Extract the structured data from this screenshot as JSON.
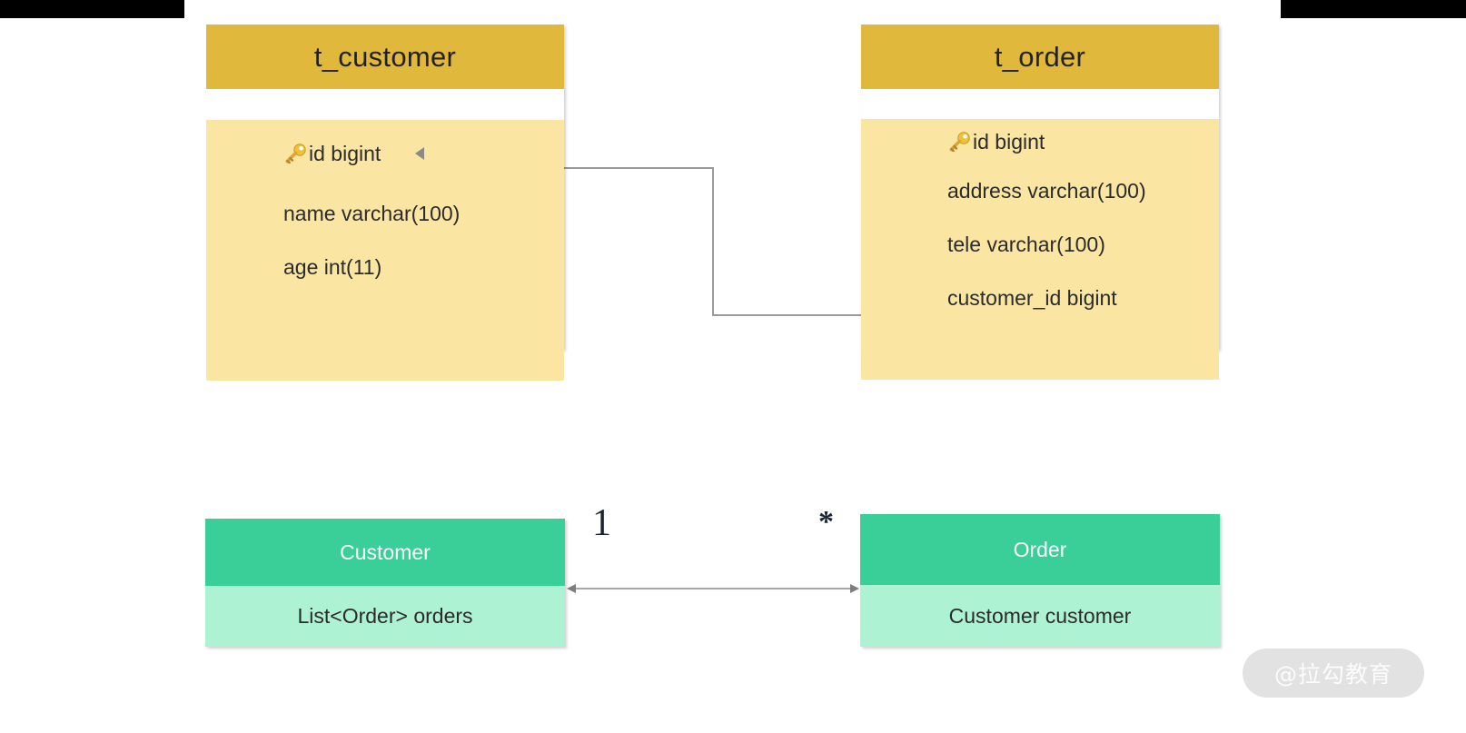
{
  "decor": {
    "black_bar_left": "",
    "black_bar_right": "",
    "watermark_text": "@拉勾教育"
  },
  "er_diagram": {
    "tables": [
      {
        "name": "t_customer",
        "header_color": "#e0b83b",
        "body_color": "#fae5a3",
        "fields": [
          {
            "label": "id bigint",
            "primary_key": true,
            "icon": "key-icon",
            "collapse_icon": "triangle-left-icon"
          },
          {
            "label": "name varchar(100)",
            "primary_key": false
          },
          {
            "label": "age int(11)",
            "primary_key": false
          }
        ]
      },
      {
        "name": "t_order",
        "header_color": "#e0b83b",
        "body_color": "#fae5a3",
        "fields": [
          {
            "label": "id bigint",
            "primary_key": true,
            "icon": "key-icon"
          },
          {
            "label": "address varchar(100)",
            "primary_key": false
          },
          {
            "label": "tele varchar(100)",
            "primary_key": false
          },
          {
            "label": "customer_id bigint",
            "primary_key": false
          }
        ]
      }
    ],
    "relation_line_color": "#9a9a9a"
  },
  "class_diagram": {
    "classes": [
      {
        "name": "Customer",
        "header_color": "#3ace98",
        "body_color": "#aef2d4",
        "members": [
          "List<Order> orders"
        ]
      },
      {
        "name": "Order",
        "header_color": "#3ace98",
        "body_color": "#aef2d4",
        "members": [
          "Customer customer"
        ]
      }
    ],
    "association": {
      "left_multiplicity": "1",
      "right_multiplicity": "*",
      "line_color": "#8a8a8a",
      "arrow": "double-headed"
    }
  }
}
